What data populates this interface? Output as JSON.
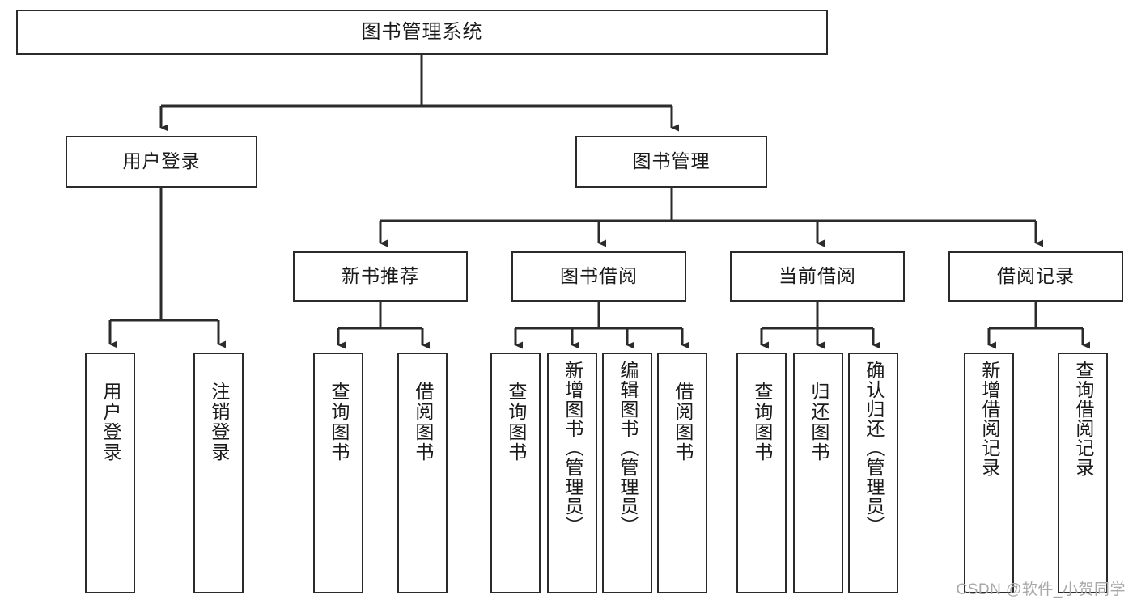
{
  "diagram": {
    "type": "tree-hierarchy-chart",
    "title": "图书管理系统",
    "watermark": "CSDN @软件_小贺同学",
    "colors": {
      "box_border": "#2b2b2b",
      "box_fill": "#ffffff",
      "connector": "#2b2b2b",
      "text": "#1a1a1a",
      "watermark": "#a8a8a8",
      "background": "#ffffff"
    },
    "root": {
      "label": "图书管理系统"
    },
    "level2": [
      {
        "label": "用户登录"
      },
      {
        "label": "图书管理"
      }
    ],
    "level3": [
      {
        "label": "新书推荐"
      },
      {
        "label": "图书借阅"
      },
      {
        "label": "当前借阅"
      },
      {
        "label": "借阅记录"
      }
    ],
    "leaves": {
      "user_login": [
        {
          "label": "用户登录"
        },
        {
          "label": "注销登录"
        }
      ],
      "new_book": [
        {
          "label": "查询图书"
        },
        {
          "label": "借阅图书"
        }
      ],
      "book_borrow": [
        {
          "label": "查询图书"
        },
        {
          "label": "新增图书（管理员）"
        },
        {
          "label": "编辑图书（管理员）"
        },
        {
          "label": "借阅图书"
        }
      ],
      "current_borrow": [
        {
          "label": "查询图书"
        },
        {
          "label": "归还图书"
        },
        {
          "label": "确认归还（管理员）"
        }
      ],
      "borrow_record": [
        {
          "label": "新增借阅记录"
        },
        {
          "label": "查询借阅记录"
        }
      ]
    }
  }
}
